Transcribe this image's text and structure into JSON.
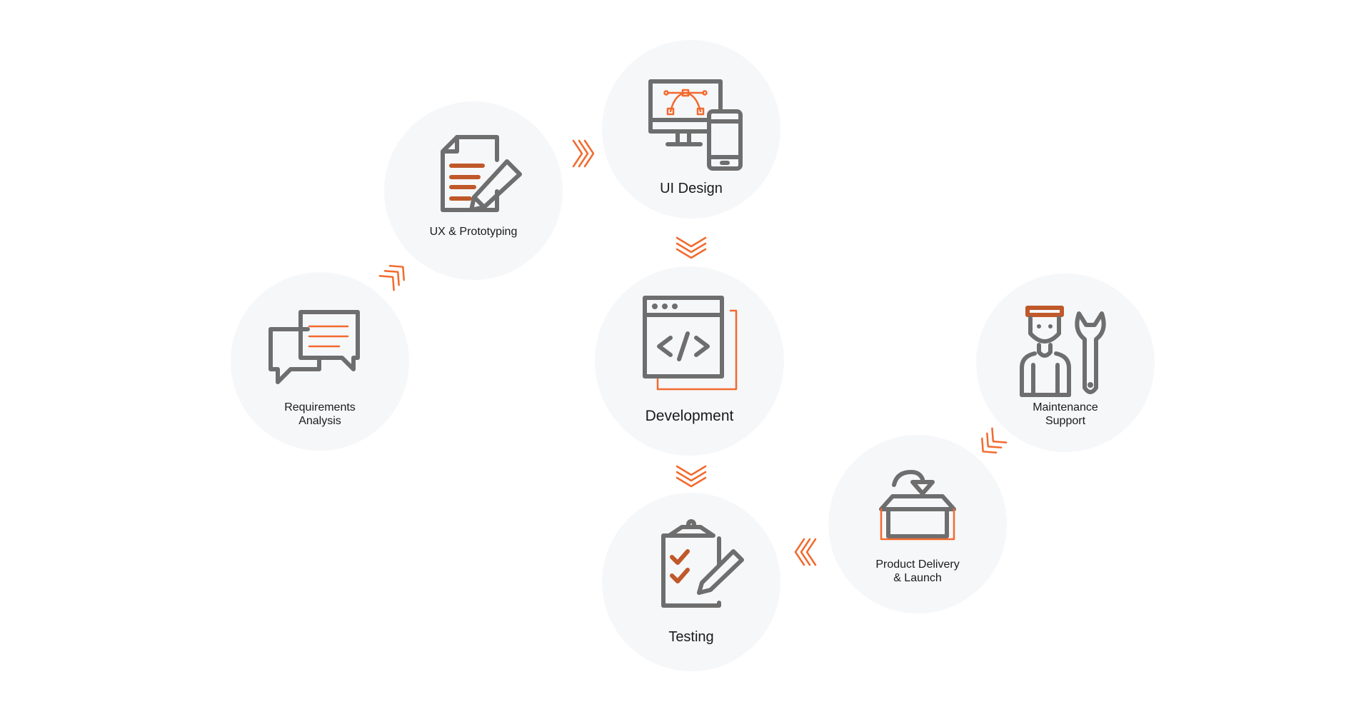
{
  "steps": {
    "requirements": {
      "line1": "Requirements",
      "line2": "Analysis",
      "icon": "chat-bubbles-icon"
    },
    "ux": {
      "label": "UX & Prototyping",
      "icon": "document-pencil-icon"
    },
    "ui": {
      "label": "UI Design",
      "icon": "desktop-mobile-icon"
    },
    "development": {
      "label": "Development",
      "icon": "code-window-icon"
    },
    "testing": {
      "label": "Testing",
      "icon": "clipboard-checklist-icon"
    },
    "delivery": {
      "line1": "Product Delivery",
      "line2": "& Launch",
      "icon": "package-box-icon"
    },
    "maintenance": {
      "line1": "Maintenance",
      "line2": "Support",
      "icon": "worker-wrench-icon"
    }
  },
  "colors": {
    "circle": "#f6f7f9",
    "icon_gray": "#6e6e6e",
    "accent_orange": "#f26a2e",
    "accent_dark_orange": "#c0582a",
    "text": "#1a1a1a"
  }
}
